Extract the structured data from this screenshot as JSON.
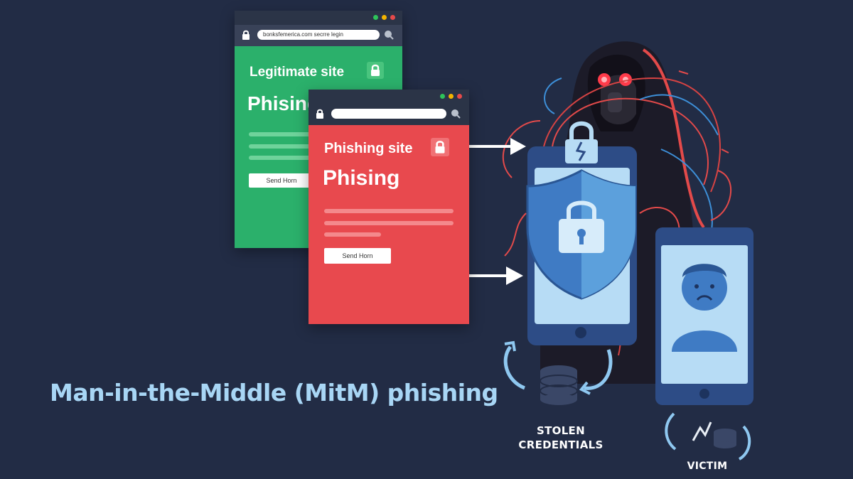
{
  "legit_site": {
    "url": "bonksfemerica.com  secrre legin",
    "title": "Legitimate site",
    "heading": "Phising",
    "button": "Send Horn"
  },
  "phishing_site": {
    "url": "",
    "title": "Phishing site",
    "heading": "Phising",
    "button": "Send Horn"
  },
  "labels": {
    "stolen_line1": "STOLEN",
    "stolen_line2": "CREDENTIALS",
    "victim": "VICTIM"
  },
  "headline": "Man-in-the-Middle (MitM) phishing",
  "icons": {
    "browser_lock": "padlock-icon",
    "search": "search-icon",
    "shield": "shield-lock-icon",
    "hacker": "hooded-hacker-icon",
    "victim": "sad-user-icon",
    "database": "database-icon"
  },
  "colors": {
    "background": "#222c45",
    "legit_green": "#2bb06b",
    "phishing_red": "#e8494e",
    "headline": "#a8d6f5",
    "phone_blue": "#3f7bc4"
  }
}
